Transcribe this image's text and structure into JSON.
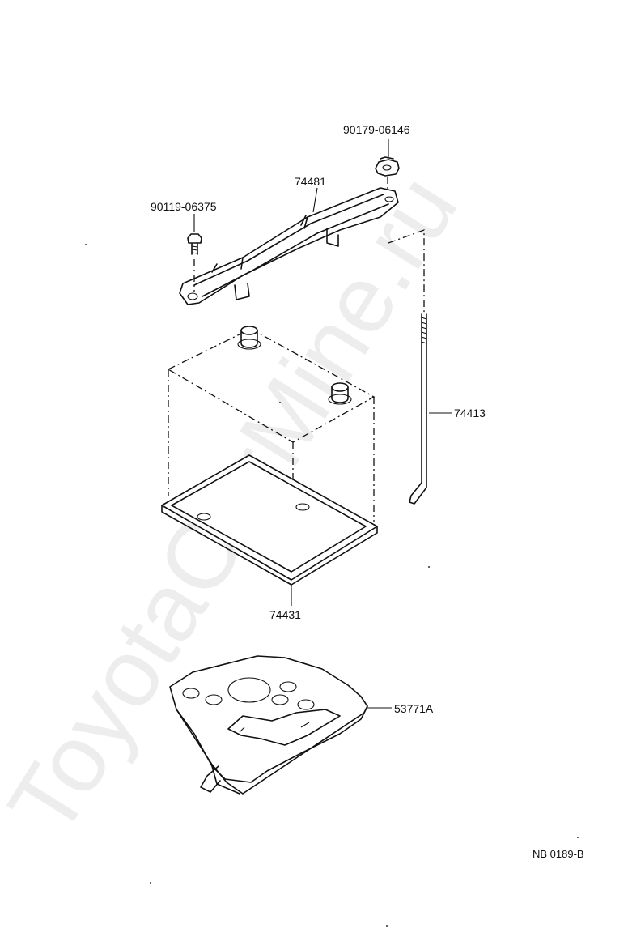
{
  "watermark": "ToyotaCarMine.ru",
  "parts": {
    "nut": "90179-06146",
    "clamp": "74481",
    "bolt": "90119-06375",
    "rod": "74413",
    "tray": "74431",
    "carrier": "53771A"
  },
  "diagram_code": "NB 0189-B"
}
